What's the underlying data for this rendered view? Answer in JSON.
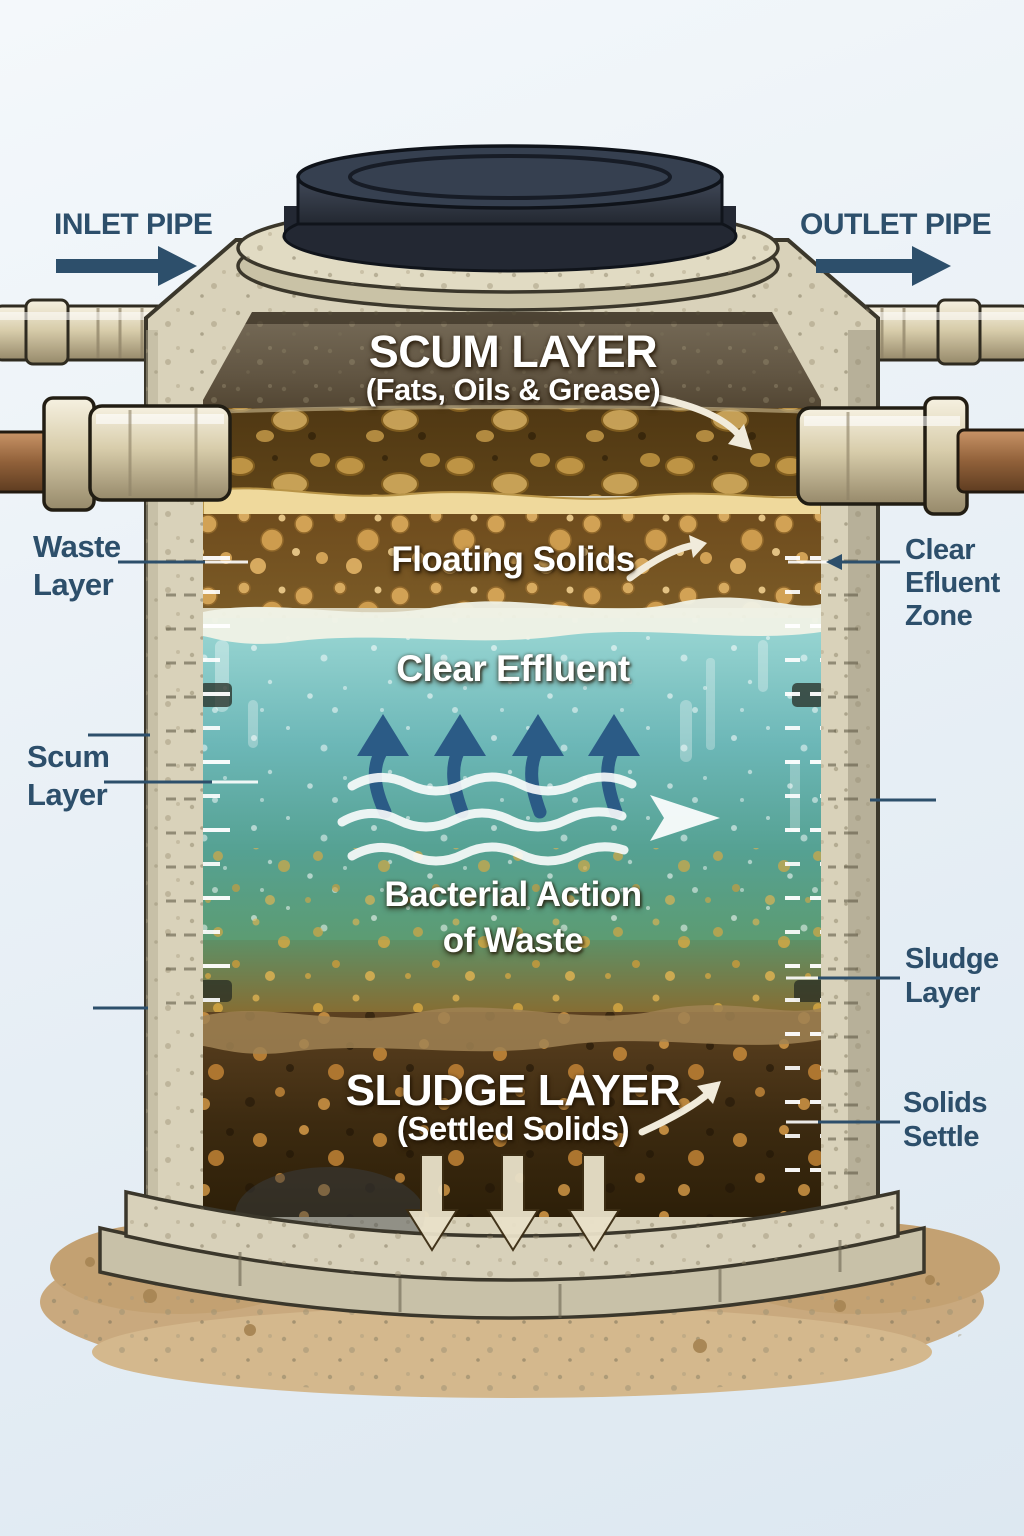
{
  "labels": {
    "inlet_pipe": "INLET PIPE",
    "outlet_pipe": "OUTLET PIPE",
    "scum_layer_title": "SCUM LAYER",
    "scum_layer_subtitle": "(Fats, Oils & Grease)",
    "floating_solids": "Floating Solids",
    "clear_effluent": "Clear Effluent",
    "bacterial_action": "Bacterial Action\nof Waste",
    "sludge_layer_title": "SLUDGE LAYER",
    "sludge_layer_subtitle": "(Settled Solids)",
    "waste_layer": "Waste\nLayer",
    "scum_layer_side": "Scum\nLayer",
    "clear_efluent_zone": "Clear\nEfluent\nZone",
    "sludge_layer_side": "Sludge\nLayer",
    "solids_settle": "Solids\nSettle"
  },
  "icons": {
    "inlet_arrow": "right-arrow",
    "outlet_arrow": "right-arrow",
    "upflow_arrows": "curved-up-arrow-x4",
    "flow_waves": "wavy-right-arrow",
    "settle_arrows": "down-arrow-x3",
    "scum_pointer": "curved-down-right-arrow",
    "floating_pointer": "curved-up-right-arrow",
    "sludge_pointer": "curved-up-right-arrow"
  },
  "colors": {
    "background": "#e9f0f6",
    "label_blue": "#2d4f6b",
    "arrow_blue": "#2b5b86",
    "label_white": "#ffffff",
    "concrete": "#d9d2ba",
    "lid_dark": "#2b313d",
    "scum_brown": "#4a3210",
    "foam_yellow": "#eed9a0",
    "water_teal": "#63b1b2",
    "sludge_brown": "#3c2a10",
    "sand_tan": "#c9a97e"
  }
}
